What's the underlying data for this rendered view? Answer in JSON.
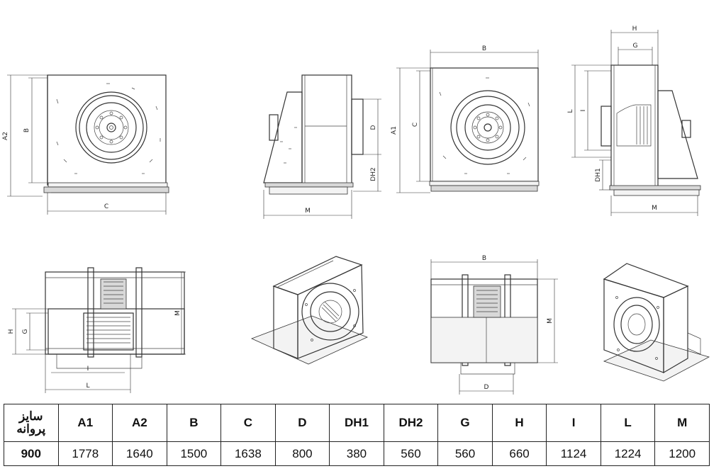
{
  "labels": {
    "A1": "A1",
    "A2": "A2",
    "B": "B",
    "C": "C",
    "D": "D",
    "DH1": "DH1",
    "DH2": "DH2",
    "G": "G",
    "H": "H",
    "I": "I",
    "L": "L",
    "M": "M"
  },
  "table": {
    "size_header_line1": "سایز",
    "size_header_line2": "پروانه",
    "columns": [
      "A1",
      "A2",
      "B",
      "C",
      "D",
      "DH1",
      "DH2",
      "G",
      "H",
      "I",
      "L",
      "M"
    ],
    "row": {
      "size": "900",
      "values": [
        "1778",
        "1640",
        "1500",
        "1638",
        "800",
        "380",
        "560",
        "560",
        "660",
        "1124",
        "1224",
        "1200"
      ]
    }
  }
}
